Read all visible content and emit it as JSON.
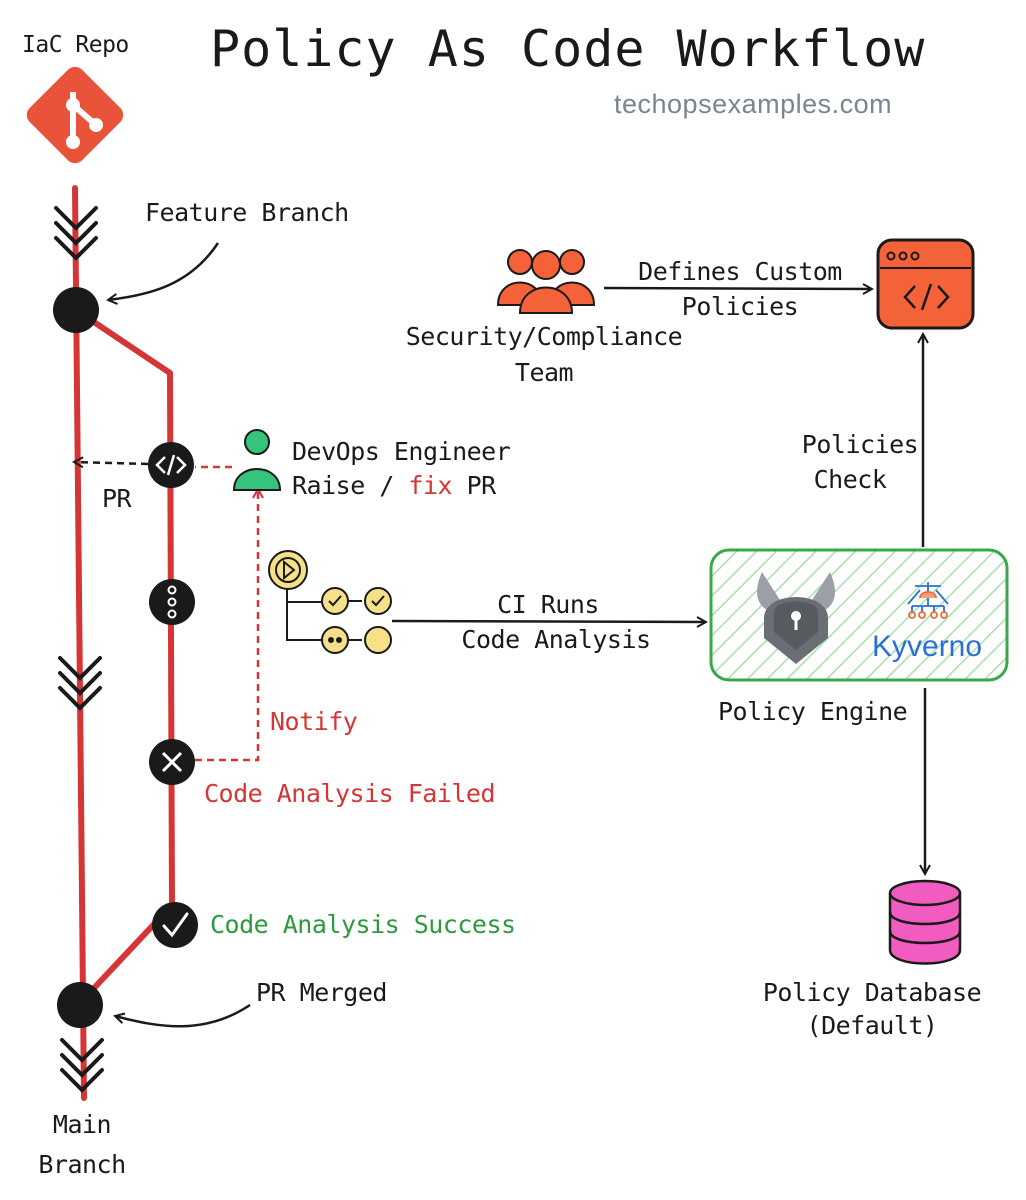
{
  "header": {
    "title": "Policy As Code Workflow",
    "site": "techopsexamples.com",
    "repo_label": "IaC Repo"
  },
  "branches": {
    "feature_branch": "Feature Branch",
    "main_branch_line1": "Main",
    "main_branch_line2": "Branch",
    "pr_label": "PR",
    "pr_merged": "PR Merged"
  },
  "engineer": {
    "line1": "DevOps Engineer",
    "line2_prefix": "Raise / ",
    "line2_fix": "fix",
    "line2_suffix": " PR"
  },
  "analysis": {
    "notify": "Notify",
    "failed": "Code Analysis Failed",
    "success": "Code Analysis Success"
  },
  "ci": {
    "line1": "CI Runs",
    "line2": "Code Analysis"
  },
  "security": {
    "line1": "Security/Compliance",
    "line2": "Team",
    "defines_line1": "Defines Custom",
    "defines_line2": "Policies"
  },
  "policy_engine": {
    "label": "Policy Engine",
    "kyverno": "Kyverno",
    "check_line1": "Policies",
    "check_line2": "Check"
  },
  "database": {
    "line1": "Policy Database",
    "line2": "(Default)"
  },
  "colors": {
    "branch_red": "#d63535",
    "git_orange": "#e8533a",
    "engineer_green": "#36c47c",
    "team_orange": "#f4623a",
    "engine_green": "#3aa84a",
    "db_pink": "#f25bbf",
    "ci_yellow": "#f6e08a"
  }
}
